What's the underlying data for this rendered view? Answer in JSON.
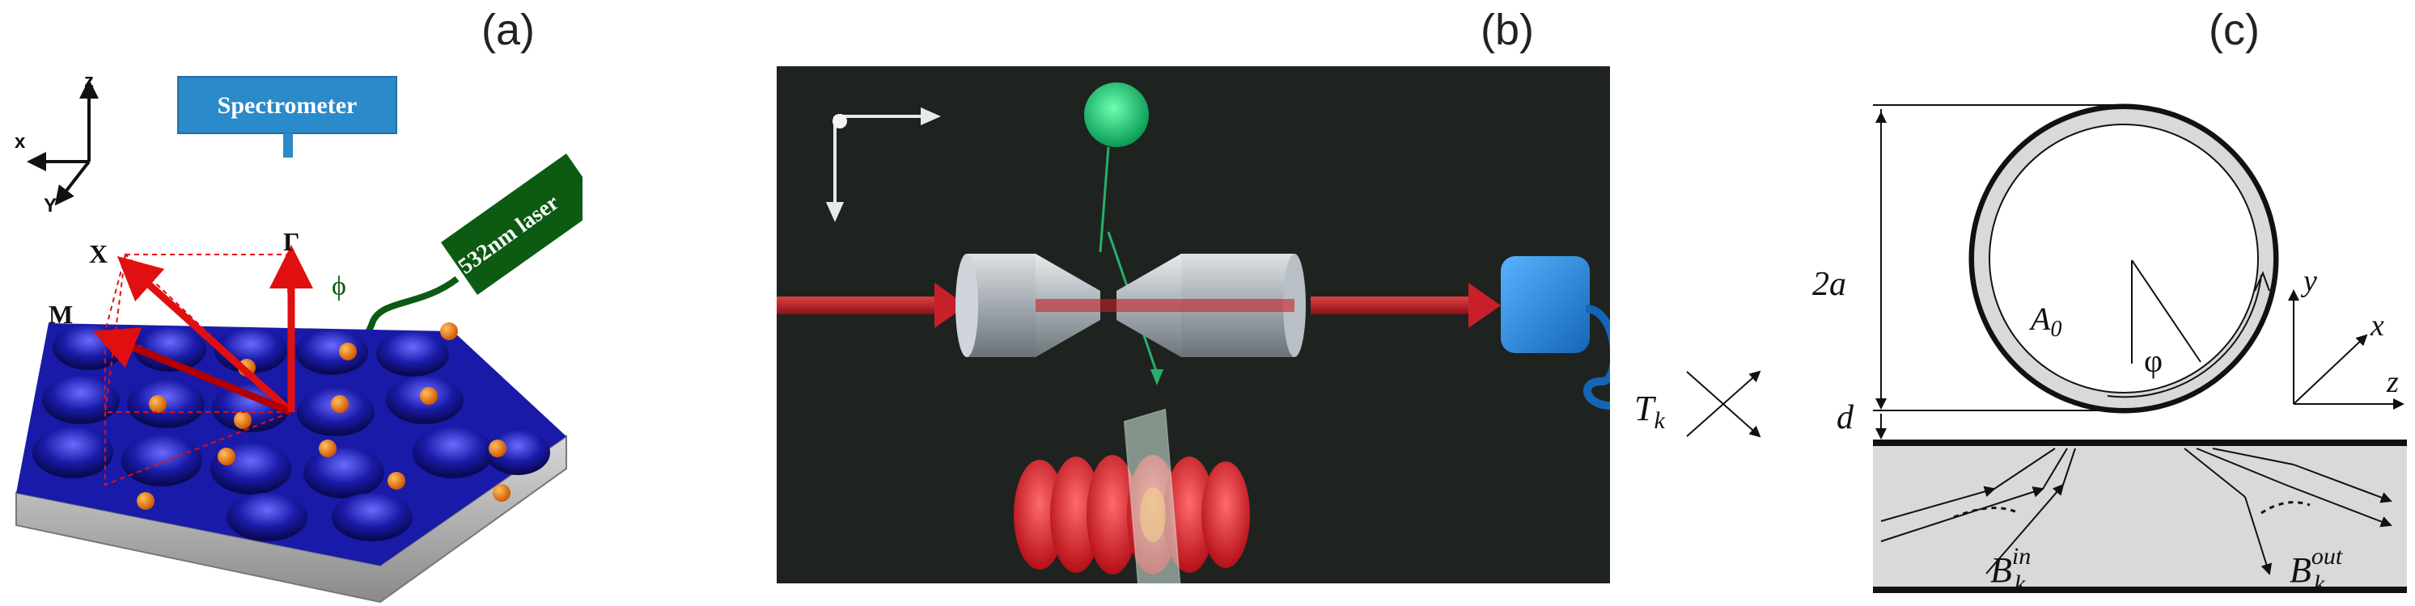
{
  "panel_labels": {
    "a": "(a)",
    "b": "(b)",
    "c": "(c)"
  },
  "panel_a": {
    "axes": {
      "z": "z",
      "x": "x",
      "y": "Y"
    },
    "spectrometer": "Spectrometer",
    "laser": "532nm laser",
    "vectors": {
      "x": "X",
      "gamma": "Γ",
      "m": "M",
      "phi": "ϕ"
    }
  },
  "panel_c": {
    "height_label": "2a",
    "gap_label": "d",
    "mode_label": "A",
    "mode_sub": "0",
    "angle_label": "φ",
    "transfer_label": "T",
    "transfer_sub": "k",
    "axes": {
      "y": "y",
      "x": "x",
      "z": "z"
    },
    "b_in": {
      "base": "B",
      "sub": "k",
      "sup": "in"
    },
    "b_out": {
      "base": "B",
      "sub": "k",
      "sup": "out"
    }
  },
  "colors": {
    "lattice_blue": "#1a1aa8",
    "laser_green": "#0d5a12",
    "spectrometer_blue": "#2b8ac9",
    "vector_red": "#e01010",
    "beam_red": "#c8202a",
    "panel_b_bg": "#1e2320"
  }
}
